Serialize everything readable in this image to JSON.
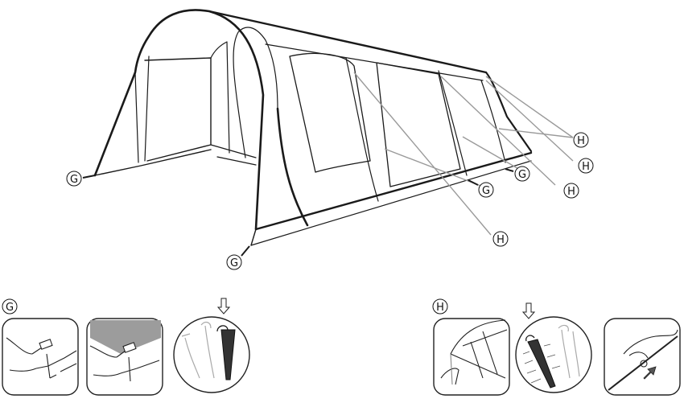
{
  "callouts": {
    "g_label": "G",
    "h_label": "H"
  },
  "legend": {
    "g_heading": "G",
    "h_heading": "H"
  },
  "icons": {
    "down_arrow": "down-arrow-icon",
    "push_arrow": "push-arrow-icon"
  },
  "colors": {
    "line": "#1a1a1a",
    "guy_line": "#9a9a9a",
    "groundsheet_panel": "#9c9c9c",
    "peg_highlight": "#333333"
  }
}
